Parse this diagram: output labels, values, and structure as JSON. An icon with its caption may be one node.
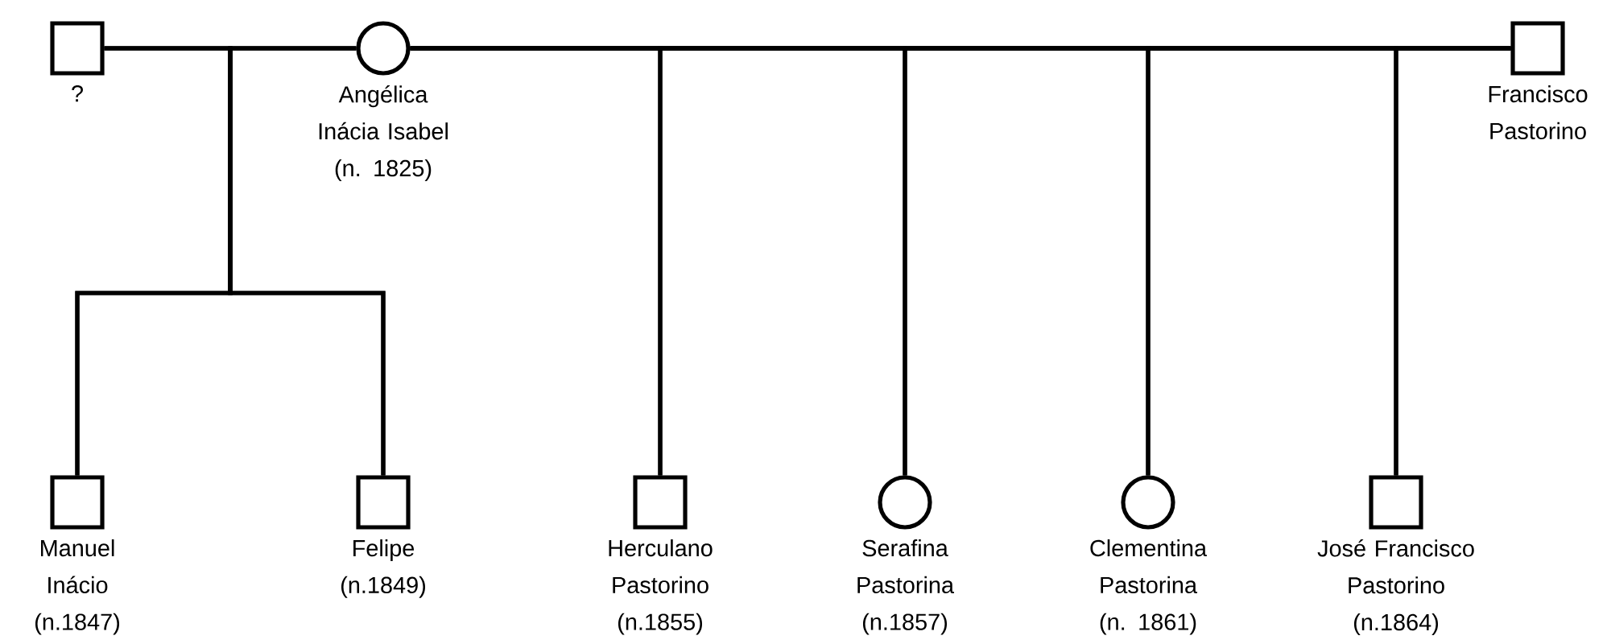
{
  "diagram": {
    "nodes": [
      {
        "text": [],
        "shape": "box",
        "beside": [
          "?"
        ]
      },
      {
        "text": [],
        "shape": "circle",
        "beside": [
          "Angélica Inácia Isabel (n. 1825)"
        ]
      },
      {
        "text": [],
        "shape": "box",
        "beside": [
          "Francisco Pastorino"
        ]
      },
      {
        "text": [],
        "shape": "box",
        "beside": [
          "Manuel Inácio (n.1847)"
        ]
      },
      {
        "text": [],
        "shape": "box",
        "beside": [
          "Felipe (n.1849)"
        ]
      },
      {
        "text": [],
        "shape": "box",
        "beside": [
          "Herculano Pastorino (n.1855)"
        ]
      },
      {
        "text": [],
        "shape": "circle",
        "beside": [
          "Serafina Pastorina (n.1857)"
        ]
      },
      {
        "text": [],
        "shape": "circle",
        "beside": [
          "Clementina Pastorina (n. 1861)"
        ]
      },
      {
        "text": [],
        "shape": "box",
        "beside": [
          "José Francisco Pastorino (n.1864)"
        ]
      }
    ],
    "edges": [
      {
        "from": 0,
        "to": 1,
        "arrow": "none"
      },
      {
        "from": 1,
        "to": 2,
        "arrow": "none"
      },
      {
        "from": 0,
        "to": 3,
        "arrow": "none"
      },
      {
        "from": 1,
        "to": 3,
        "arrow": "none"
      },
      {
        "from": 0,
        "to": 4,
        "arrow": "none"
      },
      {
        "from": 1,
        "to": 4,
        "arrow": "none"
      },
      {
        "from": 1,
        "to": 5,
        "arrow": "none"
      },
      {
        "from": 2,
        "to": 5,
        "arrow": "none"
      },
      {
        "from": 1,
        "to": 6,
        "arrow": "none"
      },
      {
        "from": 2,
        "to": 6,
        "arrow": "none"
      },
      {
        "from": 1,
        "to": 7,
        "arrow": "none"
      },
      {
        "from": 2,
        "to": 7,
        "arrow": "none"
      },
      {
        "from": 1,
        "to": 8,
        "arrow": "none"
      },
      {
        "from": 2,
        "to": 8,
        "arrow": "none"
      }
    ]
  }
}
